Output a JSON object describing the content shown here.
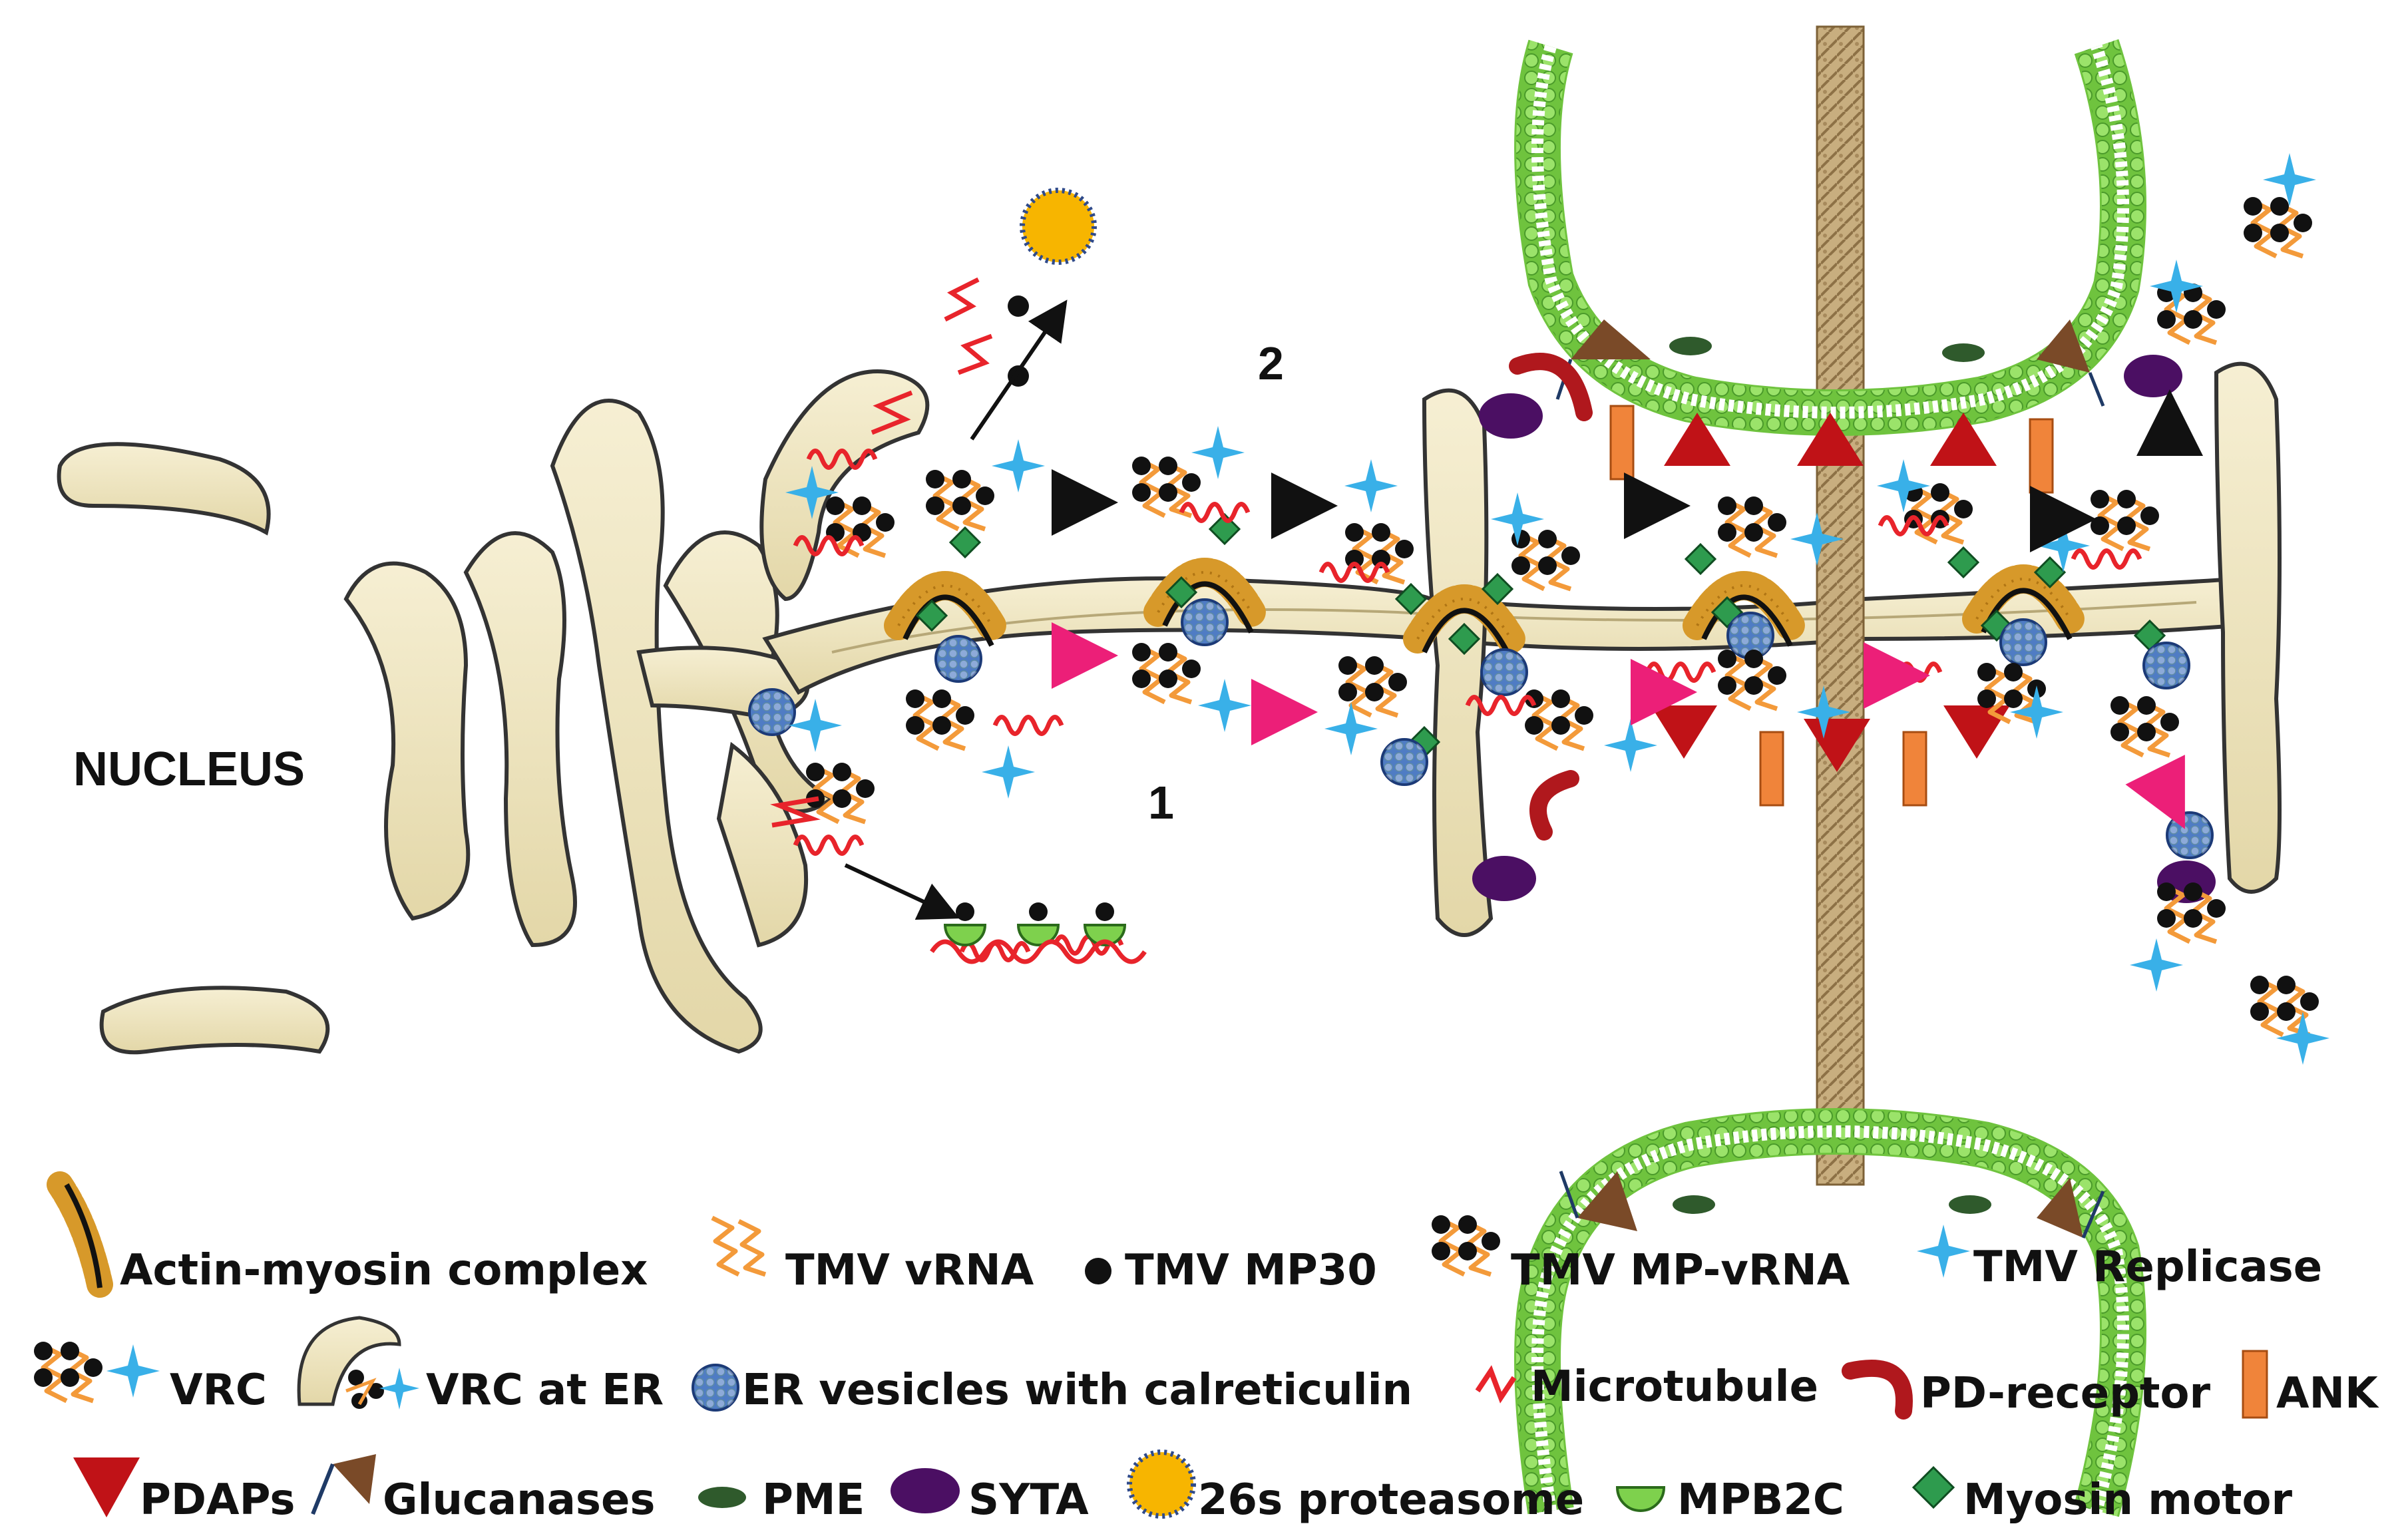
{
  "labels": {
    "nucleus": "NUCLEUS",
    "pathway_1": "1",
    "pathway_2": "2"
  },
  "legend": [
    {
      "key": "actin_myosin",
      "icon": "actin-myosin-icon",
      "text": "Actin-myosin complex"
    },
    {
      "key": "tmv_vrna",
      "icon": "vrna-icon",
      "text": "TMV vRNA"
    },
    {
      "key": "tmv_mp30",
      "icon": "mp30-dot-icon",
      "text": "TMV MP30"
    },
    {
      "key": "tmv_mp_vrna",
      "icon": "mp-vrna-icon",
      "text": "TMV MP-vRNA"
    },
    {
      "key": "tmv_replicase",
      "icon": "replicase-star-icon",
      "text": "TMV Replicase"
    },
    {
      "key": "vrc",
      "icon": "vrc-icon",
      "text": "VRC"
    },
    {
      "key": "vrc_at_er",
      "icon": "vrc-er-icon",
      "text": "VRC at ER"
    },
    {
      "key": "er_vesicles",
      "icon": "er-vesicle-icon",
      "text": "ER vesicles with calreticulin"
    },
    {
      "key": "microtubule",
      "icon": "microtubule-icon",
      "text": "Microtubule"
    },
    {
      "key": "pd_receptor",
      "icon": "pd-receptor-icon",
      "text": "PD-receptor"
    },
    {
      "key": "ank",
      "icon": "ank-icon",
      "text": "ANK"
    },
    {
      "key": "pdaps",
      "icon": "pdap-triangle-icon",
      "text": "PDAPs"
    },
    {
      "key": "glucanases",
      "icon": "glucanase-icon",
      "text": "Glucanases"
    },
    {
      "key": "pme",
      "icon": "pme-ellipse-icon",
      "text": "PME"
    },
    {
      "key": "syta",
      "icon": "syta-icon",
      "text": "SYTA"
    },
    {
      "key": "proteasome",
      "icon": "proteasome-icon",
      "text": "26s proteasome"
    },
    {
      "key": "mpb2c",
      "icon": "mpb2c-icon",
      "text": "MPB2C"
    },
    {
      "key": "myosin_motor",
      "icon": "myosin-diamond-icon",
      "text": "Myosin motor"
    }
  ],
  "colors": {
    "er_fill": "#efe6c2",
    "er_stroke": "#222222",
    "membrane": "#7ed14d",
    "vrna": "#f39a3a",
    "mp30": "#111111",
    "replicase": "#39b0e8",
    "microtubule": "#e8242b",
    "pdap": "#c01217",
    "ank": "#f0843a",
    "pme": "#2f5a2c",
    "syta": "#4b0f63",
    "glucanase": "#7a4a28",
    "vesicle": "#3a66b0",
    "myosin": "#2e9b4e",
    "proteasome": "#f7b500",
    "actin": "#d7992a",
    "arrow_pink": "#ec1f78",
    "cell_wall": "#b89b6e"
  }
}
